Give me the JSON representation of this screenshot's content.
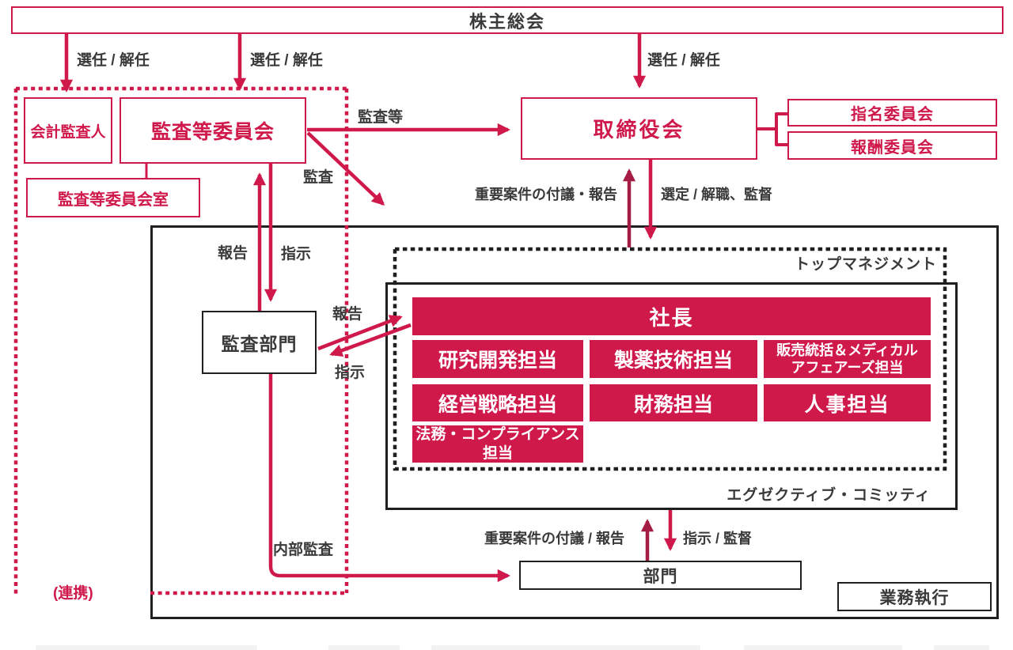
{
  "title_note": "Corporate governance structure diagram (Japanese)",
  "colors": {
    "crimson": "#d0194b",
    "maroon_arrow": "#a51c45",
    "ink": "#3a3a3a",
    "line_black": "#1f1f1f",
    "background": "#ffffff"
  },
  "nodes": {
    "shareholders": "株主総会",
    "accounting_auditor": "会計監査人",
    "audit_committee": "監査等委員会",
    "audit_committee_office": "監査等委員会室",
    "board": "取締役会",
    "nomination_committee": "指名委員会",
    "compensation_committee": "報酬委員会",
    "top_management": "トップマネジメント",
    "president": "社長",
    "rnd": "研究開発担当",
    "pharma_tech": "製薬技術担当",
    "sales_medical": "販売統括＆メディカル\nアフェアーズ担当",
    "strategy": "経営戦略担当",
    "finance": "財務担当",
    "hr": "人事担当",
    "legal": "法務・コンプライアンス\n担当",
    "audit_division": "監査部門",
    "executive_committee": "エグゼクティブ・コミッティ",
    "departments": "部門",
    "business_execution": "業務執行"
  },
  "edge_labels": {
    "election_dismissal_1": "選任 / 解任",
    "election_dismissal_2": "選任 / 解任",
    "election_dismissal_3": "選任 / 解任",
    "audit_etc": "監査等",
    "audit": "監査",
    "important_matters_board": "重要案件の付議・報告",
    "appointment_supervision": "選定 / 解職、監督",
    "report_up": "報告",
    "instruct_down": "指示",
    "report_to_president": "報告",
    "instruct_from_president": "指示",
    "internal_audit": "内部監査",
    "important_matters_exec": "重要案件の付議 / 報告",
    "instruct_supervise": "指示 / 監督",
    "cooperation": "(連携)"
  }
}
